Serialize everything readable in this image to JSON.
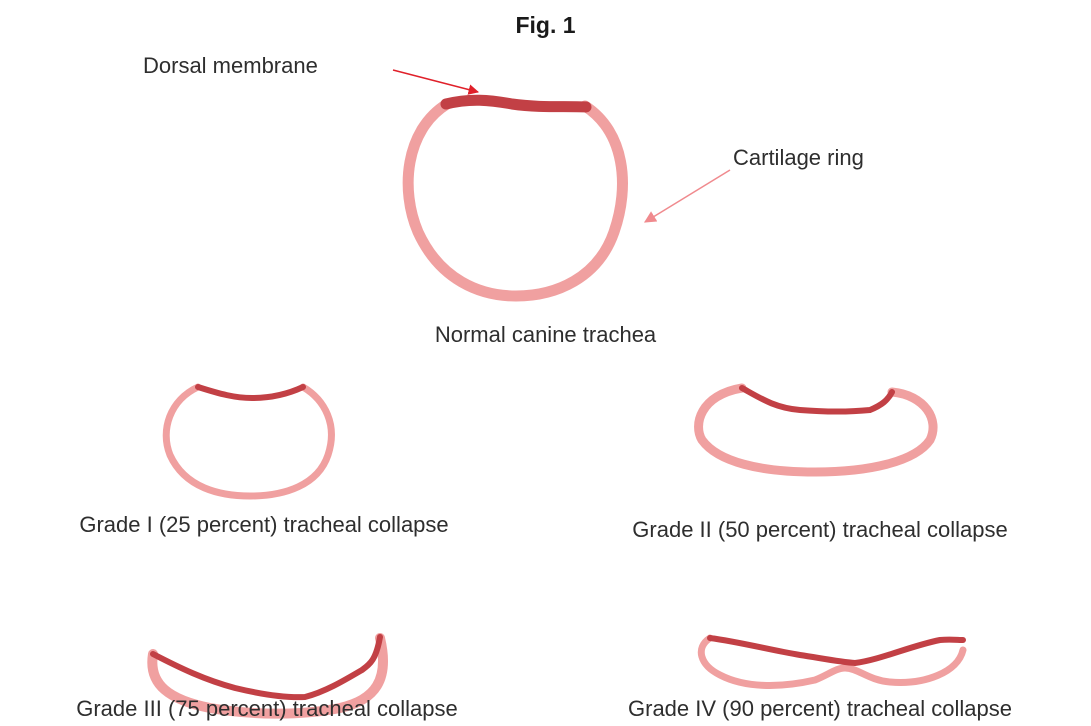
{
  "title": "Fig. 1",
  "labels": {
    "dorsal_membrane": "Dorsal membrane",
    "cartilage_ring": "Cartilage ring"
  },
  "captions": {
    "normal": "Normal canine trachea",
    "grade1": "Grade I (25 percent) tracheal collapse",
    "grade2": "Grade II (50 percent) tracheal collapse",
    "grade3": "Grade III (75 percent) tracheal collapse",
    "grade4": "Grade IV (90 percent) tracheal collapse"
  },
  "colors": {
    "cartilage": "#f0a0a0",
    "membrane": "#c24045",
    "arrow_membrane": "#e0202a",
    "arrow_cartilage": "#f08a8e"
  }
}
